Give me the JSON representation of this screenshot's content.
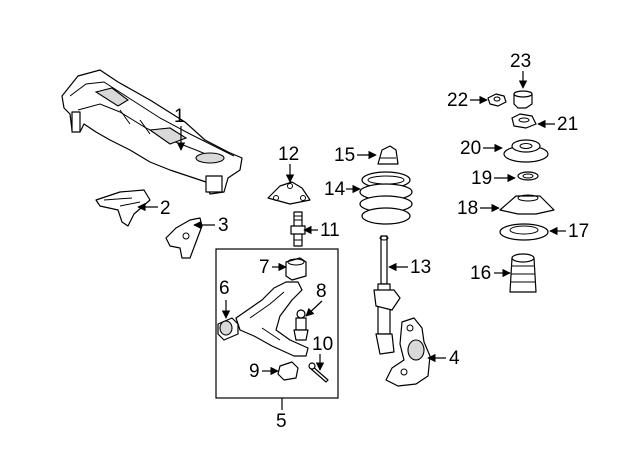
{
  "diagram": {
    "callouts": [
      "1",
      "2",
      "3",
      "4",
      "5",
      "6",
      "7",
      "8",
      "9",
      "10",
      "11",
      "12",
      "13",
      "14",
      "15",
      "16",
      "17",
      "18",
      "19",
      "20",
      "21",
      "22",
      "23"
    ]
  }
}
